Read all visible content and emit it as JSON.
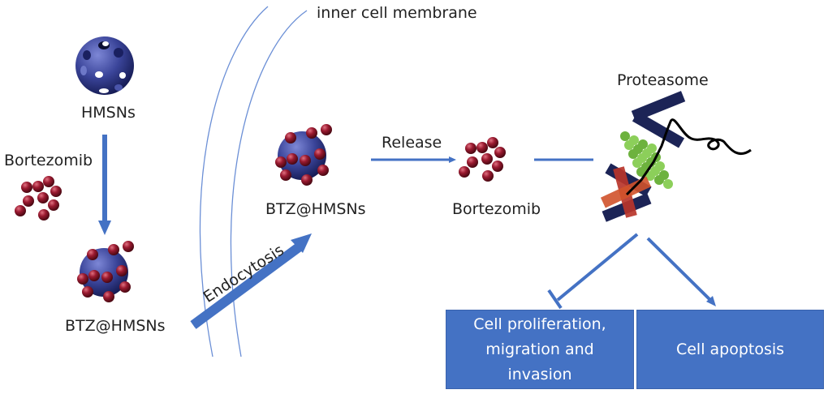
{
  "labels": {
    "hmsns": "HMSNs",
    "bortezomib_left": "Bortezomib",
    "btz_hmsns_left": "BTZ@HMSNs",
    "membrane": "inner cell membrane",
    "endocytosis": "Endocytosis",
    "btz_hmsns_center": "BTZ@HMSNs",
    "release": "Release",
    "bortezomib_center": "Bortezomib",
    "proteasome": "Proteasome"
  },
  "outcomes": [
    {
      "text": "Cell proliferation, migration and invasion",
      "lines": [
        "Cell proliferation,",
        "migration and",
        "invasion"
      ],
      "relation": "inhibit"
    },
    {
      "text": "Cell apoptosis",
      "lines": [
        "Cell apoptosis"
      ],
      "relation": "promote"
    }
  ],
  "colors": {
    "arrow": "#4472c4",
    "box": "#4472c4",
    "nanoparticle": "#2e3a8c",
    "drug": "#8b1a2b",
    "proteasome_bars": "#1c2456",
    "proteasome_core": "#7cbf4a",
    "inhibition_cross": "#c0392b",
    "membrane": "#6b8fd6"
  }
}
